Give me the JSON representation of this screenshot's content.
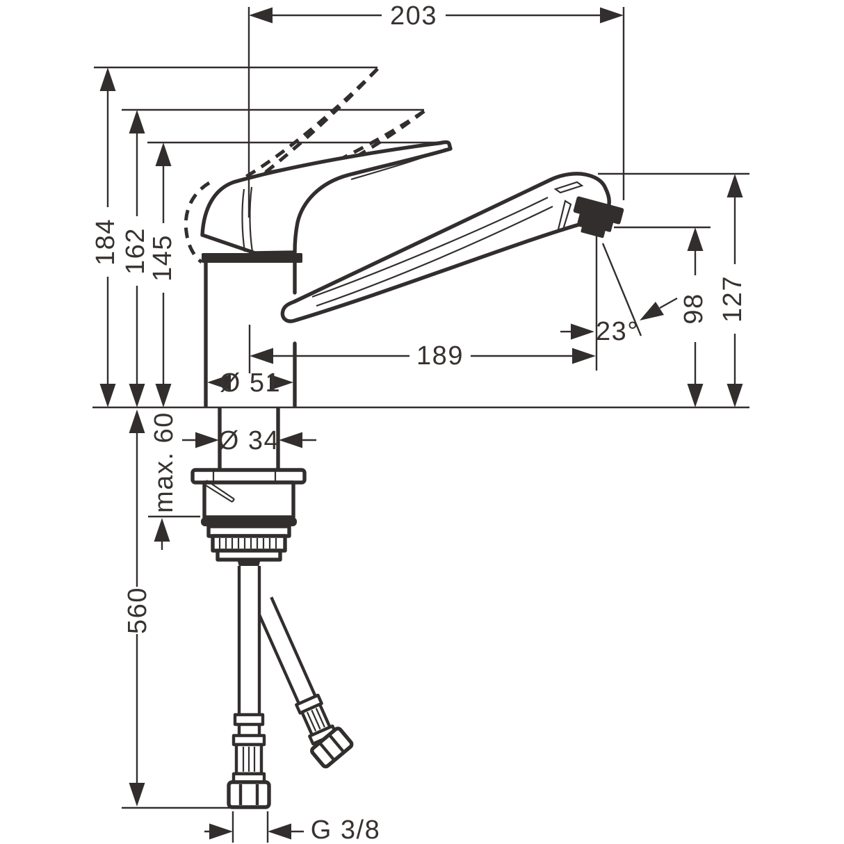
{
  "page": {
    "background": "#ffffff",
    "title": "Kitchen mixer tap — technical dimension drawing"
  },
  "drawing": {
    "subject": "Single-lever kitchen faucet, side elevation with installation dimensions",
    "line_color": "#332e2e",
    "text_color": "#37322f",
    "units_shown": false,
    "dimensions": {
      "spout_reach_overall": "203",
      "handle_height_max": "184",
      "handle_height_mid": "162",
      "handle_height_closed": "145",
      "aerator_reach": "189",
      "body_diameter": "Ø 51",
      "shank_diameter": "Ø 34",
      "counter_thickness_max": "max. 60",
      "hose_length": "560",
      "aerator_height": "98",
      "spout_height": "127",
      "spray_angle": "23°",
      "connection_thread": "G 3/8"
    }
  }
}
